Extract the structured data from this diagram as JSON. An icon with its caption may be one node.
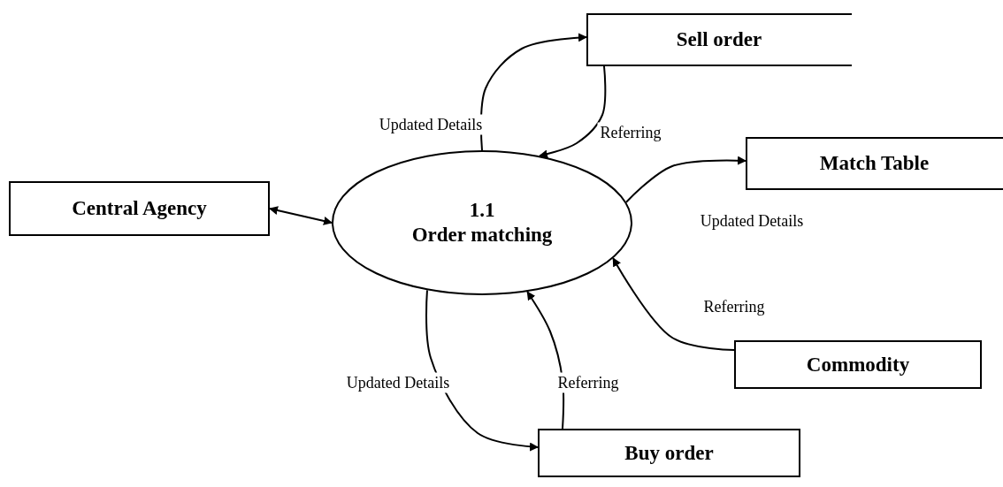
{
  "diagram": {
    "nodes": [
      {
        "text": [
          "Central Agency"
        ]
      },
      {
        "text": [
          "1.1",
          "Order matching"
        ]
      },
      {
        "text": [
          "Sell order"
        ]
      },
      {
        "text": [
          "Match Table"
        ]
      },
      {
        "text": [
          "Commodity"
        ]
      },
      {
        "text": [
          "Buy order"
        ]
      }
    ],
    "edges": [
      {
        "from": 1,
        "to": 2,
        "arrow": "to",
        "label": "Updated Details"
      },
      {
        "from": 2,
        "to": 1,
        "arrow": "to",
        "label": "Referring"
      },
      {
        "from": 1,
        "to": 3,
        "arrow": "to",
        "label": "Updated Details"
      },
      {
        "from": 4,
        "to": 1,
        "arrow": "to",
        "label": "Referring"
      },
      {
        "from": 1,
        "to": 5,
        "arrow": "to",
        "label": "Updated Details"
      },
      {
        "from": 5,
        "to": 1,
        "arrow": "to",
        "label": "Referring"
      },
      {
        "from": 0,
        "to": 1,
        "arrow": "both"
      }
    ]
  }
}
